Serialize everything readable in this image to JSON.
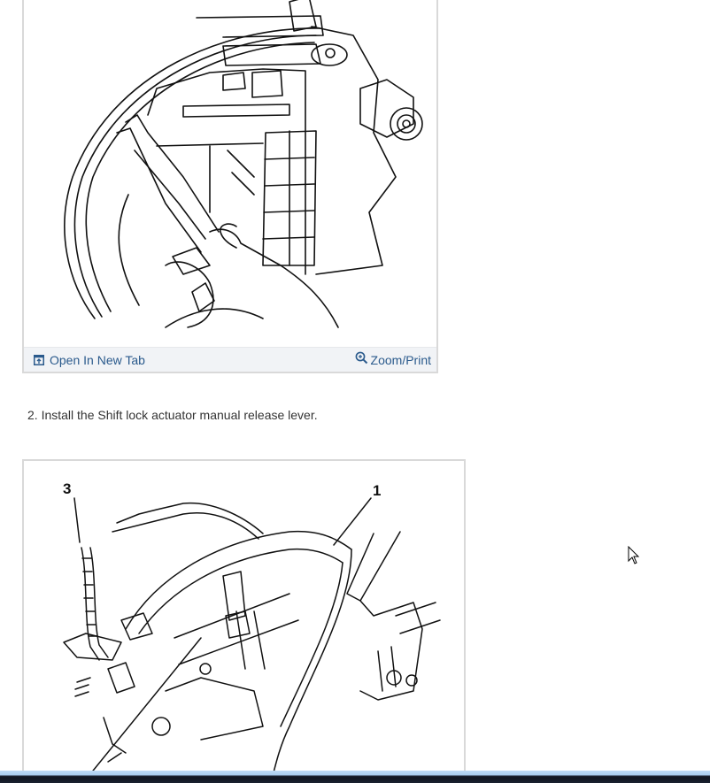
{
  "figures": [
    {
      "id": "figure-1",
      "footer": {
        "open_label": "Open In New Tab",
        "open_icon": "open-in-new-tab-icon",
        "zoom_label": "Zoom/Print",
        "zoom_icon": "zoom-in-icon"
      }
    },
    {
      "id": "figure-2",
      "callouts": [
        "3",
        "1"
      ]
    }
  ],
  "steps": [
    {
      "text": "2. Install the Shift lock actuator manual release lever."
    }
  ],
  "colors": {
    "link": "#2a5a8c",
    "footer_bg": "#f1f3f6",
    "figure_border": "#d9d9d9",
    "body_text": "#333333"
  }
}
